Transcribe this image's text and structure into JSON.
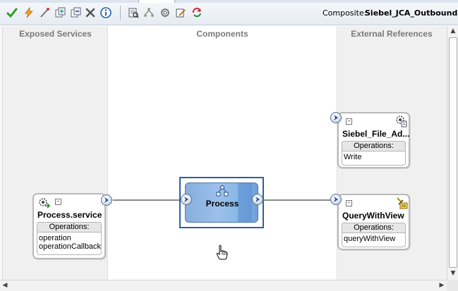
{
  "toolbar": {
    "composite_label": "Composite:",
    "composite_name": "Siebel_JCA_Outbound",
    "icons": [
      "validate-check-icon",
      "deploy-bolt-icon",
      "wire-icon",
      "add-icon",
      "copy-icon",
      "delete-icon",
      "info-icon",
      "preview-icon",
      "layout-icon",
      "settings-icon",
      "edit-icon",
      "refresh-icon"
    ]
  },
  "lanes": {
    "exposed_services": "Exposed Services",
    "components": "Components",
    "external_references": "External References"
  },
  "process_service": {
    "name": "Process.service",
    "operations_header": "Operations:",
    "operations": [
      "operation",
      "operationCallback"
    ]
  },
  "process_component": {
    "name": "Process"
  },
  "siebel_file_adapter": {
    "name": "Siebel_File_Ad...",
    "operations_header": "Operations:",
    "operations": [
      "Write"
    ]
  },
  "query_with_view": {
    "name": "QueryWithView",
    "operations_header": "Operations:",
    "operations": [
      "queryWithView"
    ]
  },
  "colors": {
    "lane_bg": "#f0f0f0",
    "selection": "#2c5fa6",
    "process_fill": "#9cc0ea",
    "wire": "#8a8a8a"
  }
}
